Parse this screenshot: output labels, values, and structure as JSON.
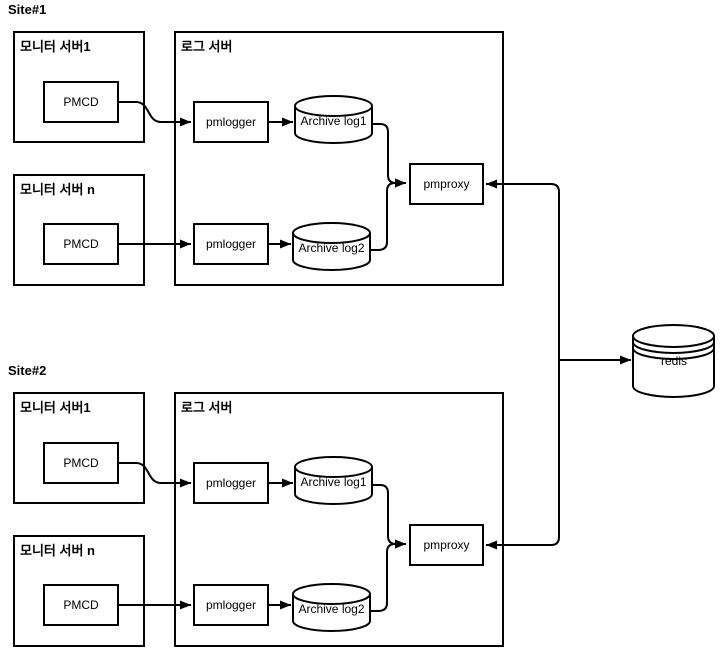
{
  "colors": {
    "line": "#000000",
    "box_border": "#000000",
    "background": "#ffffff",
    "text": "#000000"
  },
  "sites": [
    {
      "label": "Site#1",
      "monitor1": {
        "title": "모니터 서버1",
        "node": "PMCD"
      },
      "monitor_n": {
        "title": "모니터 서버 n",
        "node": "PMCD"
      },
      "log": {
        "title": "로그 서버",
        "pmlogger_a": "pmlogger",
        "pmlogger_b": "pmlogger",
        "archive_a": "Archive log1",
        "archive_b": "Archive log2",
        "pmproxy": "pmproxy"
      }
    },
    {
      "label": "Site#2",
      "monitor1": {
        "title": "모니터 서버1",
        "node": "PMCD"
      },
      "monitor_n": {
        "title": "모니터 서버 n",
        "node": "PMCD"
      },
      "log": {
        "title": "로그 서버",
        "pmlogger_a": "pmlogger",
        "pmlogger_b": "pmlogger",
        "archive_a": "Archive log1",
        "archive_b": "Archive log2",
        "pmproxy": "pmproxy"
      }
    }
  ],
  "redis": {
    "label": "redis"
  }
}
